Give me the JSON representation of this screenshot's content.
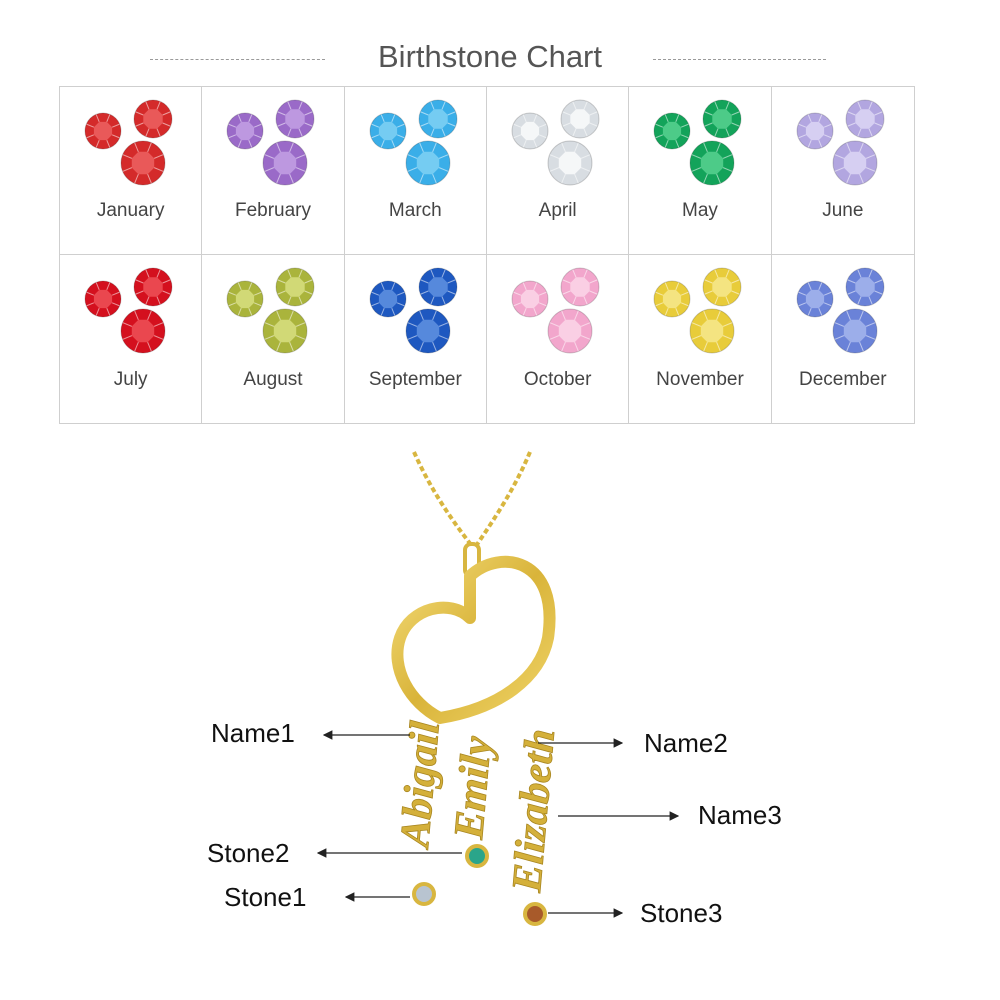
{
  "chart": {
    "title": "Birthstone Chart",
    "months": [
      {
        "name": "January",
        "color": "#d42a2a",
        "light": "#f06a6a"
      },
      {
        "name": "February",
        "color": "#9a6ac8",
        "light": "#c8a8e8"
      },
      {
        "name": "March",
        "color": "#3aaee8",
        "light": "#8ad6f6"
      },
      {
        "name": "April",
        "color": "#d8dde2",
        "light": "#ffffff"
      },
      {
        "name": "May",
        "color": "#13a35a",
        "light": "#62d898"
      },
      {
        "name": "June",
        "color": "#b2a6e0",
        "light": "#e2dcf8"
      },
      {
        "name": "July",
        "color": "#d4101e",
        "light": "#f25a60"
      },
      {
        "name": "August",
        "color": "#aab43c",
        "light": "#dde68a"
      },
      {
        "name": "September",
        "color": "#1e58c0",
        "light": "#6a9ae6"
      },
      {
        "name": "October",
        "color": "#f2a6cc",
        "light": "#fcdcec"
      },
      {
        "name": "November",
        "color": "#e8cc3a",
        "light": "#f8ec9a"
      },
      {
        "name": "December",
        "color": "#6a82d8",
        "light": "#aebcf0"
      }
    ]
  },
  "callouts": {
    "name1": "Name1",
    "name2": "Name2",
    "name3": "Name3",
    "stone1": "Stone1",
    "stone2": "Stone2",
    "stone3": "Stone3"
  },
  "necklace": {
    "engraved_names": [
      "Abigail",
      "Emily",
      "Elizabeth"
    ],
    "gold_color": "#e2c24a",
    "stones": [
      {
        "label": "Stone1",
        "color": "#b8c4d0"
      },
      {
        "label": "Stone2",
        "color": "#2aa58a"
      },
      {
        "label": "Stone3",
        "color": "#a85a2a"
      }
    ]
  }
}
